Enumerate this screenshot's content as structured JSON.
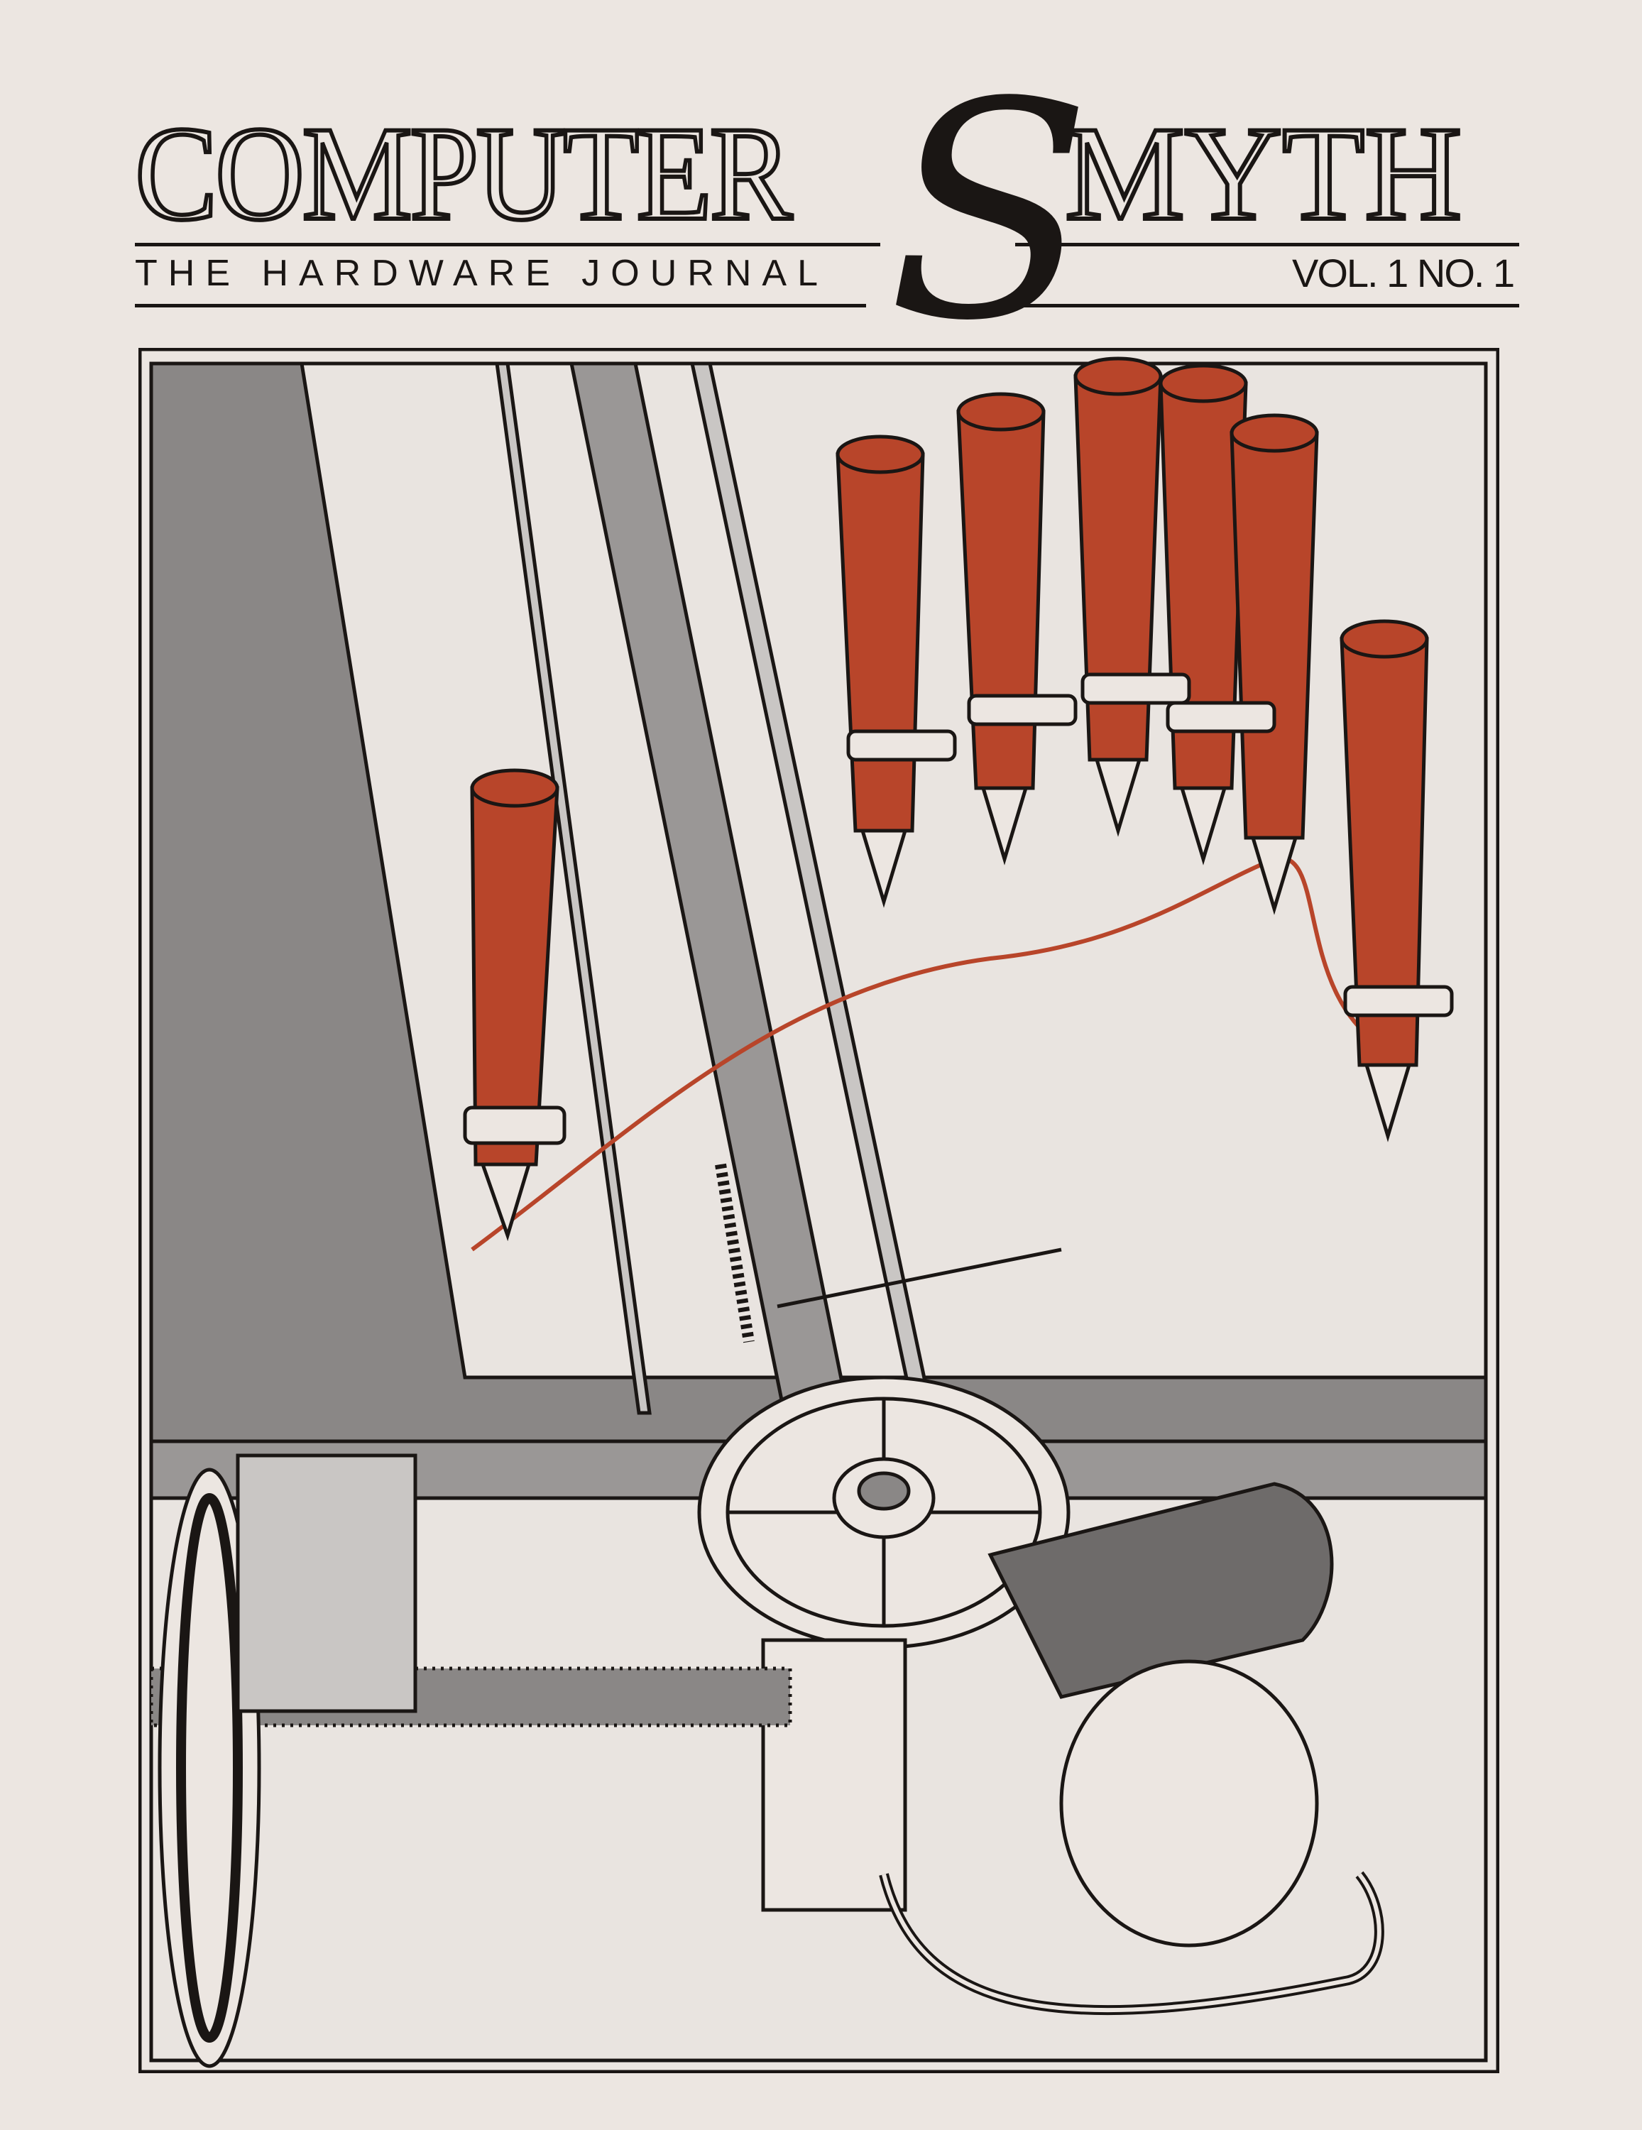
{
  "masthead": {
    "title_left": "COMPUTER",
    "title_s": "S",
    "title_right": "MYTH",
    "subtitle": "THE HARDWARE JOURNAL",
    "issue": "VOL. 1 NO. 1"
  },
  "illustration": {
    "subject": "plotter-pens-illustration",
    "colors": {
      "pen": "#b8452a",
      "grey": "#8a8786",
      "light_grey": "#c9c6c4",
      "line": "#1a1614",
      "paper": "#ece6e1"
    }
  }
}
